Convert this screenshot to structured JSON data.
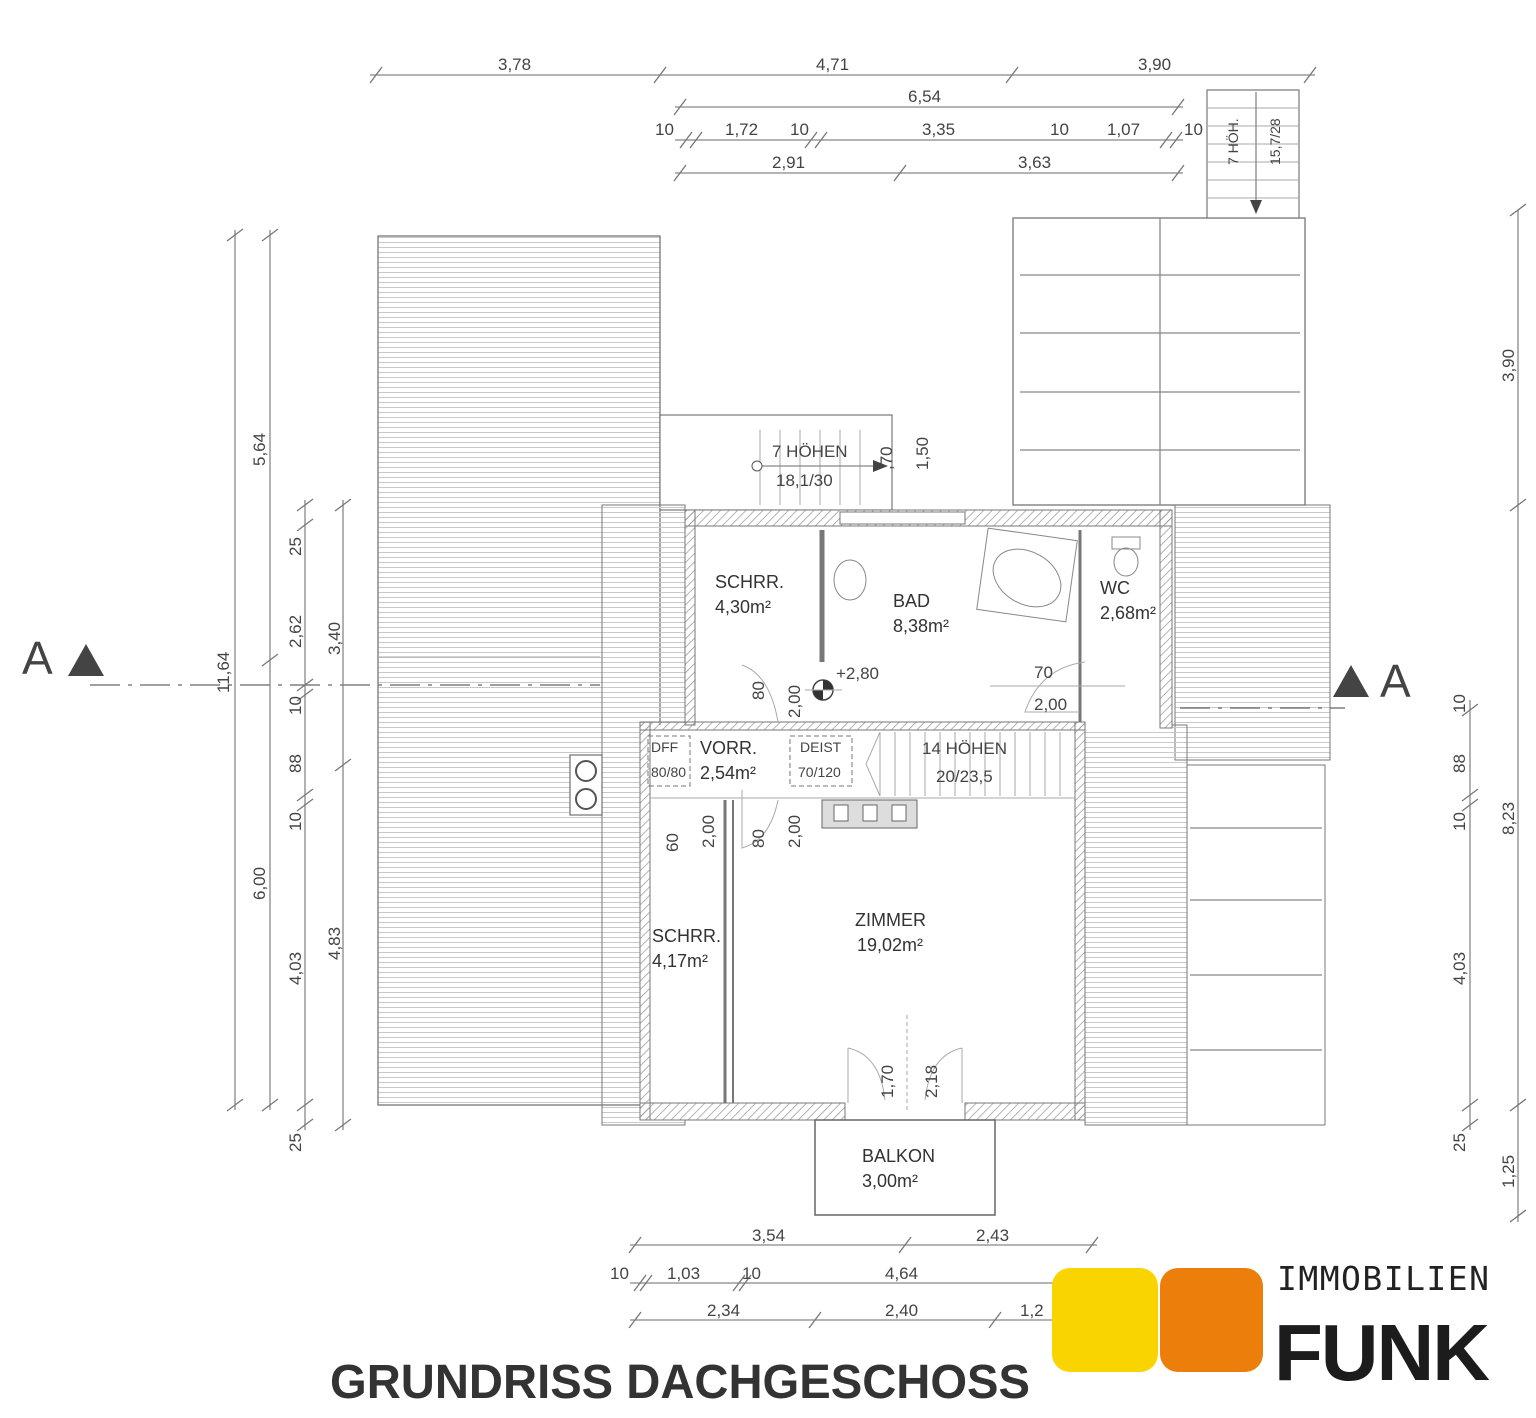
{
  "title": "GRUNDRISS DACHGESCHOSS",
  "logo": {
    "line1": "IMMOBILIEN",
    "line2": "FUNK",
    "color_yellow": "#F9D400",
    "color_orange": "#EC7F0C"
  },
  "section_marks": {
    "left": "A",
    "right": "A"
  },
  "rooms": [
    {
      "name": "SCHRR.",
      "area": "4,30m²"
    },
    {
      "name": "BAD",
      "area": "8,38m²"
    },
    {
      "name": "WC",
      "area": "2,68m²"
    },
    {
      "name": "VORR.",
      "area": "2,54m²"
    },
    {
      "name": "SCHRR.",
      "area": "4,17m²"
    },
    {
      "name": "ZIMMER",
      "area": "19,02m²"
    },
    {
      "name": "BALKON",
      "area": "3,00m²"
    }
  ],
  "annotations": {
    "stair_top": {
      "steps": "7 HÖHEN",
      "ratio": "18,1/30"
    },
    "stair_main": {
      "steps": "14 HÖHEN",
      "ratio": "20/23,5"
    },
    "stair_outer": {
      "steps": "7 HÖH.",
      "ratio": "15,7/28"
    },
    "dff": {
      "label": "DFF",
      "size": "80/80"
    },
    "deist": {
      "label": "DEIST",
      "size": "70/120"
    },
    "level": "+2,80",
    "doors": [
      "80",
      "2,00",
      "70",
      "2,00",
      "60",
      "2,00",
      "80",
      "2,00",
      "1,70",
      "2,18",
      ",70",
      "1,50"
    ]
  },
  "dimensions": {
    "top_row1": [
      "3,78",
      "4,71",
      "3,90"
    ],
    "top_row2": [
      "6,54"
    ],
    "top_row3": [
      "10",
      "1,72",
      "10",
      "3,35",
      "10",
      "1,07",
      "10"
    ],
    "top_row4": [
      "2,91",
      "3,63"
    ],
    "left_outer": [
      "11,64"
    ],
    "left_col2": [
      "5,64",
      "6,00"
    ],
    "left_col3": [
      "25",
      "2,62",
      "10",
      "88",
      "10",
      "4,03",
      "25"
    ],
    "left_col4": [
      "3,40",
      "4,83"
    ],
    "right_outer": [
      "3,90",
      "8,23",
      "1,25"
    ],
    "right_inner": [
      "10",
      "88",
      "10",
      "4,03",
      "25"
    ],
    "bottom_row1": [
      "3,54",
      "2,43"
    ],
    "bottom_row2": [
      "10",
      "1,03",
      "10",
      "4,64"
    ],
    "bottom_row3": [
      "2,34",
      "2,40",
      "1,2"
    ]
  }
}
